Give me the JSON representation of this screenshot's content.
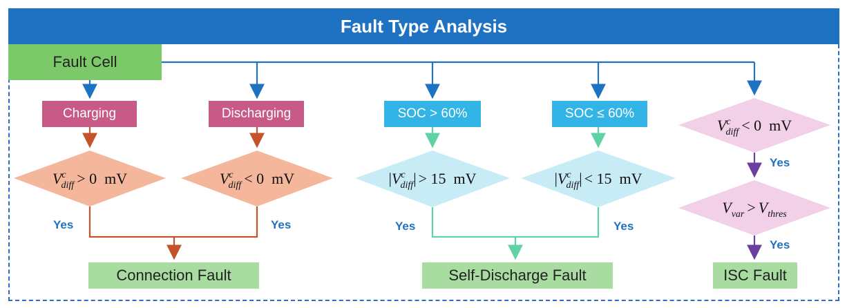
{
  "title": "Fault Type Analysis",
  "fault_cell": "Fault Cell",
  "modes": {
    "charging": "Charging",
    "discharging": "Discharging"
  },
  "soc": {
    "high": "SOC > 60%",
    "low": "SOC ≤ 60%"
  },
  "conditions": {
    "charge_pos": {
      "var": "V",
      "sup": "c",
      "sub": "diff",
      "rel": "> 0  mV"
    },
    "discharge_neg": {
      "var": "V",
      "sup": "c",
      "sub": "diff",
      "rel": "< 0  mV"
    },
    "abs_gt": {
      "var": "V",
      "sup": "c",
      "sub": "diff",
      "rel": "> 15  mV"
    },
    "abs_lt": {
      "var": "V",
      "sup": "c",
      "sub": "diff",
      "rel": "< 15  mV"
    },
    "isc_neg": {
      "var": "V",
      "sup": "c",
      "sub": "diff",
      "rel": "< 0  mV"
    },
    "isc_var": {
      "var": "V",
      "sub": "var",
      "rel": ">",
      "var2": "V",
      "sub2": "thres"
    }
  },
  "yes_label": "Yes",
  "results": {
    "connection": "Connection Fault",
    "self_discharge": "Self-Discharge Fault",
    "isc": "ISC Fault"
  },
  "colors": {
    "header": "#1f72c2",
    "frame_dash": "#2a6fbf",
    "fault_cell": "#7cc96a",
    "mode_box": "#c75a86",
    "soc_box": "#33b4e6",
    "connection_diamond": "#f5b79c",
    "self_discharge_diamond": "#c8ecf6",
    "isc_diamond": "#f1d0e8",
    "result_box": "#a8dca0",
    "connection_arrow": "#c4532a",
    "self_discharge_arrow": "#5fd3a6",
    "isc_arrow": "#6b3fa0",
    "yes_text": "#1f72c2"
  }
}
